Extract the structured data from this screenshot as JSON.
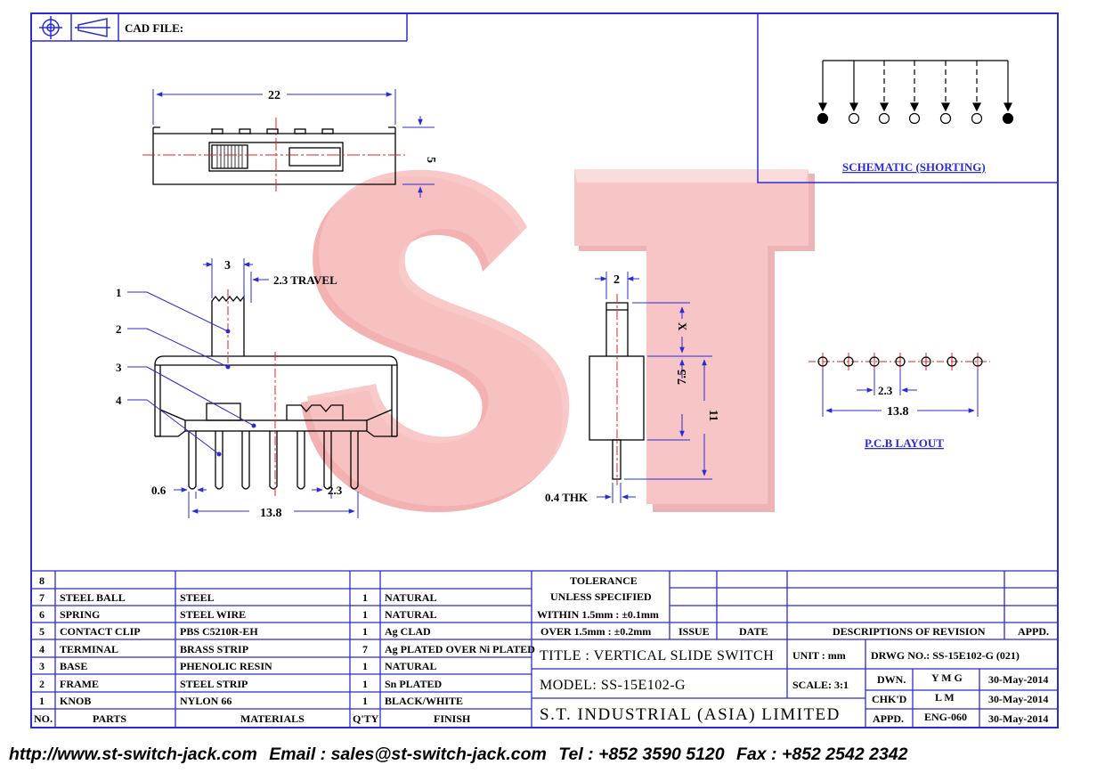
{
  "header": {
    "cad_file_label": "CAD FILE:"
  },
  "brand_colors": {
    "frame": "#2b2bd6",
    "red": "#e02020",
    "watermark": "#f08a8a"
  },
  "watermark": {
    "text": "ST"
  },
  "schematic": {
    "title": "SCHEMATIC (SHORTING)"
  },
  "pcb": {
    "title": "P.C.B LAYOUT",
    "pitch": "2.3",
    "span": "13.8"
  },
  "top_view": {
    "width": "22",
    "height": "5"
  },
  "front_view": {
    "callouts": [
      "1",
      "2",
      "3",
      "4"
    ],
    "knob_width": "3",
    "travel": "2.3 TRAVEL",
    "pin_width": "0.6",
    "pin_pitch": "2.3",
    "pin_span": "13.8"
  },
  "side_view": {
    "knob_thk": "2",
    "x_dim": "X",
    "body": "7.5",
    "total": "11",
    "thk": "0.4 THK"
  },
  "bom": {
    "headers": {
      "no": "NO.",
      "parts": "PARTS",
      "materials": "MATERIALS",
      "qty": "Q'TY",
      "finish": "FINISH"
    },
    "rows": [
      {
        "no": "8",
        "part": "",
        "material": "",
        "qty": "",
        "finish": ""
      },
      {
        "no": "7",
        "part": "STEEL BALL",
        "material": "STEEL",
        "qty": "1",
        "finish": "NATURAL"
      },
      {
        "no": "6",
        "part": "SPRING",
        "material": "STEEL WIRE",
        "qty": "1",
        "finish": "NATURAL"
      },
      {
        "no": "5",
        "part": "CONTACT CLIP",
        "material": "PBS C5210R-EH",
        "qty": "1",
        "finish": "Ag CLAD"
      },
      {
        "no": "4",
        "part": "TERMINAL",
        "material": "BRASS STRIP",
        "qty": "7",
        "finish": "Ag PLATED OVER Ni PLATED"
      },
      {
        "no": "3",
        "part": "BASE",
        "material": "PHENOLIC RESIN",
        "qty": "1",
        "finish": "NATURAL"
      },
      {
        "no": "2",
        "part": "FRAME",
        "material": "STEEL STRIP",
        "qty": "1",
        "finish": "Sn PLATED"
      },
      {
        "no": "1",
        "part": "KNOB",
        "material": "NYLON 66",
        "qty": "1",
        "finish": "BLACK/WHITE"
      }
    ]
  },
  "tolerance": {
    "line1": "TOLERANCE",
    "line2": "UNLESS  SPECIFIED",
    "line3": "WITHIN 1.5mm : ±0.1mm",
    "line4": "OVER 1.5mm : ±0.2mm"
  },
  "revision": {
    "issue": "ISSUE",
    "date": "DATE",
    "desc": "DESCRIPTIONS OF REVISION",
    "appd": "APPD."
  },
  "title_block": {
    "title": "TITLE : VERTICAL SLIDE SWITCH",
    "unit": "UNIT :  mm",
    "drwg": "DRWG NO.: SS-15E102-G (021)",
    "model": "MODEL: SS-15E102-G",
    "scale": "SCALE:  3:1",
    "company": "S.T. INDUSTRIAL (ASIA) LIMITED",
    "dwn_label": "DWN.",
    "dwn_name": "Y M G",
    "dwn_date": "30-May-2014",
    "chk_label": "CHK'D",
    "chk_name": "L M",
    "chk_date": "30-May-2014",
    "appd_label": "APPD.",
    "appd_name": "ENG-060",
    "appd_date": "30-May-2014"
  },
  "footer": {
    "web": "http://www.st-switch-jack.com",
    "email": "Email : sales@st-switch-jack.com",
    "tel": "Tel : +852 3590 5120",
    "fax": "Fax : +852 2542 2342"
  }
}
